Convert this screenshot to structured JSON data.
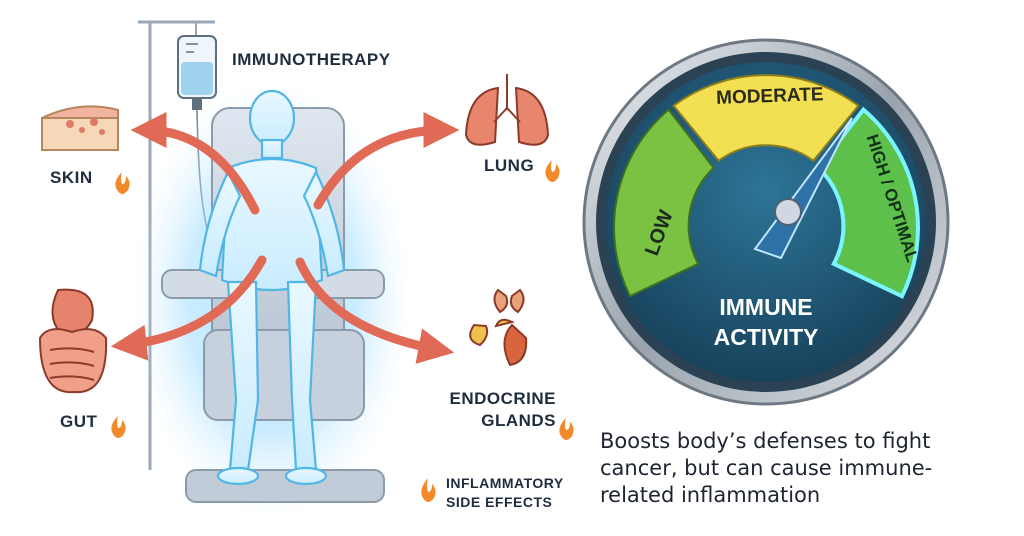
{
  "labels": {
    "therapy": "IMMUNOTHERAPY",
    "skin": "SKIN",
    "lung": "LUNG",
    "gut": "GUT",
    "endocrine_line1": "ENDOCRINE",
    "endocrine_line2": "GLANDS",
    "side_effects_line1": "INFLAMMATORY",
    "side_effects_line2": "SIDE EFFECTS"
  },
  "gauge": {
    "zones": [
      "LOW",
      "MODERATE",
      "HIGH / OPTIMAL"
    ],
    "title_line1": "IMMUNE",
    "title_line2": "ACTIVITY",
    "needle_zone": "HIGH / OPTIMAL"
  },
  "caption": {
    "line1": "Boosts body’s defenses to fight",
    "line2": "cancer, but can cause immune-",
    "line3": "related inflammation"
  },
  "colors": {
    "arrow": "#e06a55",
    "low": "#7cc242",
    "moderate": "#f2e052",
    "high": "#5cc04a",
    "gauge_face": "#1f5a78",
    "body_glow": "#7fd3f5"
  }
}
